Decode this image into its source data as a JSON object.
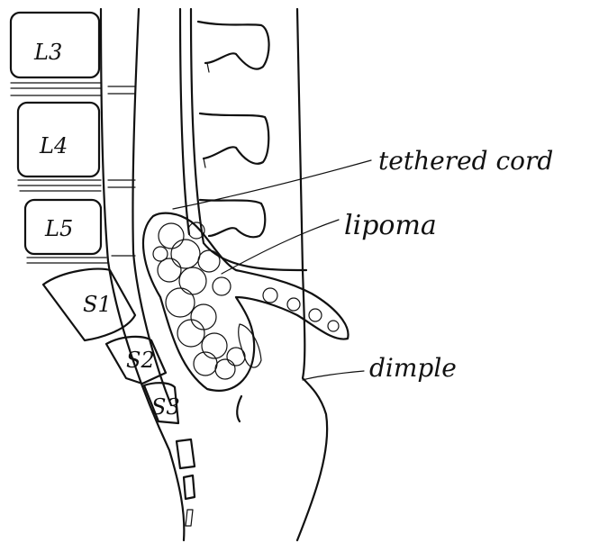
{
  "vertebrae": {
    "l3": "L3",
    "l4": "L4",
    "l5": "L5",
    "s1": "S1",
    "s2": "S2",
    "s3": "S3"
  },
  "labels": {
    "tethered_cord": "tethered cord",
    "lipoma": "lipoma",
    "dimple": "dimple"
  }
}
